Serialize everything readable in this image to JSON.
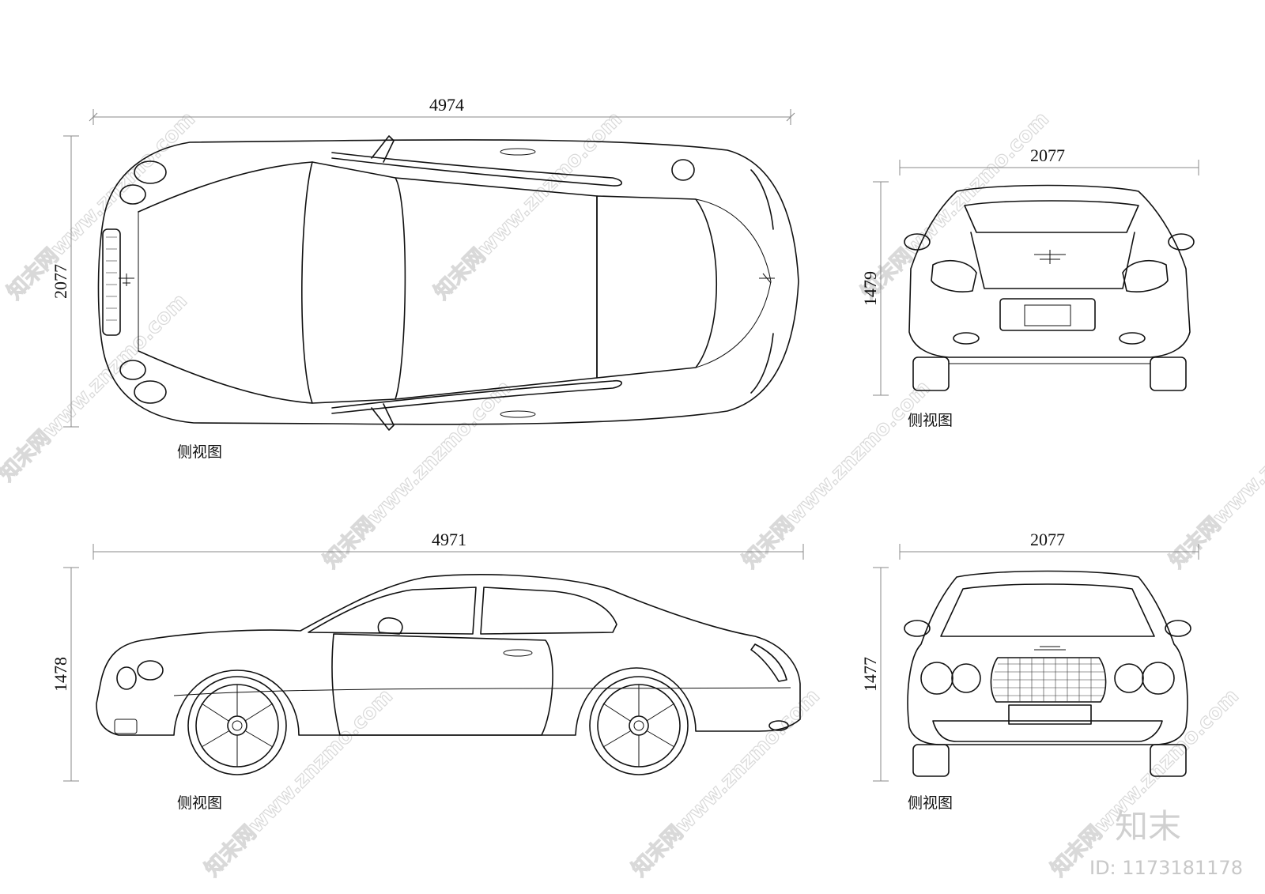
{
  "views": {
    "top": {
      "length_dim": "4974",
      "width_dim": "2077",
      "caption": "侧视图"
    },
    "rear": {
      "width_dim": "2077",
      "height_dim": "1479",
      "caption": "侧视图"
    },
    "side": {
      "length_dim": "4971",
      "height_dim": "1478",
      "caption": "侧视图"
    },
    "front": {
      "width_dim": "2077",
      "height_dim": "1477",
      "caption": "侧视图"
    }
  },
  "watermark": {
    "text": "知末网www.znzmo.com"
  },
  "brand": {
    "logo_text": "知末",
    "id_label": "ID: 1173181178"
  }
}
